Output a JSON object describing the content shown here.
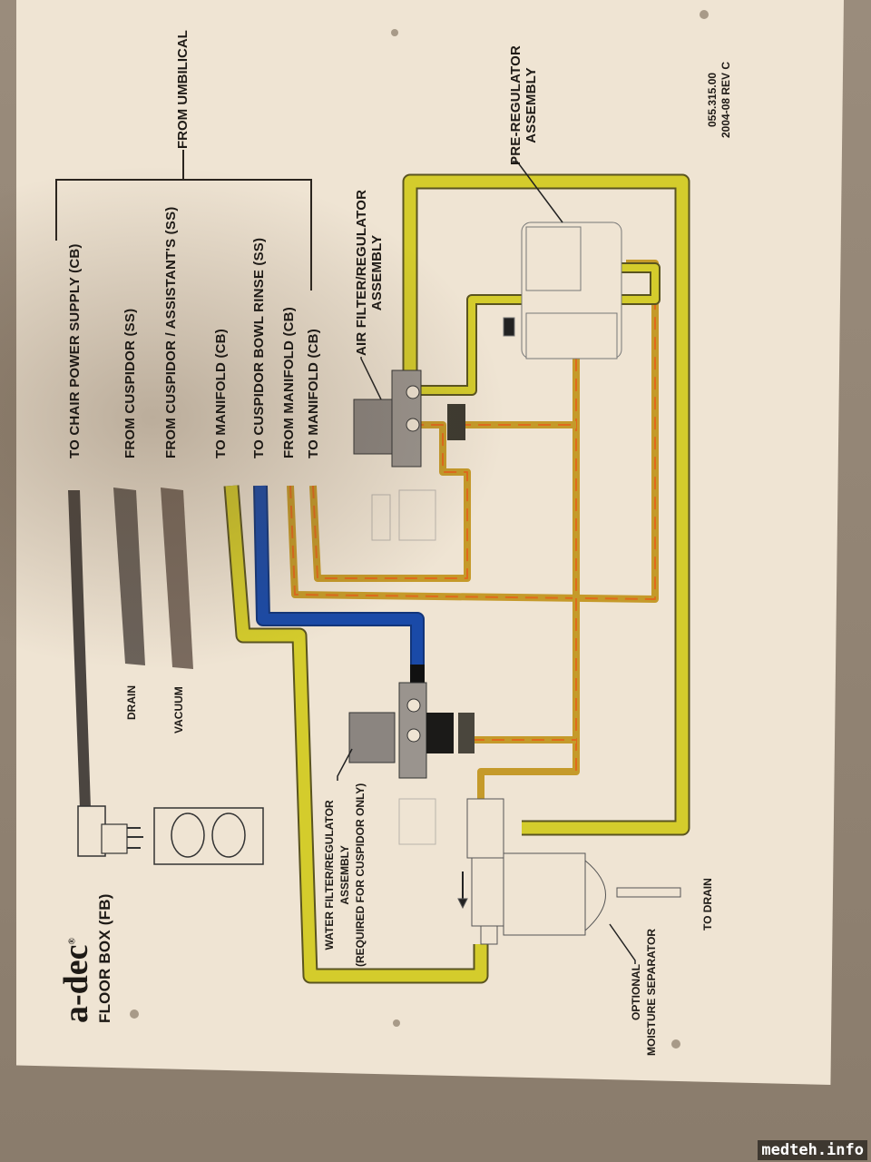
{
  "brand": {
    "logo_text": "a-dec",
    "registered_mark": "®",
    "product": "FLOOR BOX (FB)"
  },
  "umbilical_group": {
    "header": "FROM UMBILICAL",
    "lines": [
      "TO CHAIR POWER SUPPLY (CB)",
      "FROM CUSPIDOR (SS)",
      "FROM CUSPIDOR / ASSISTANT'S (SS)",
      "TO MANIFOLD (CB)",
      "TO CUSPIDOR BOWL RINSE (SS)",
      "FROM MANIFOLD (CB)",
      "TO MANIFOLD (CB)"
    ]
  },
  "lines_legend": {
    "drain": "DRAIN",
    "vacuum": "VACUUM"
  },
  "components": {
    "air_filter": [
      "AIR FILTER/REGULATOR",
      "ASSEMBLY"
    ],
    "pre_regulator": [
      "PRE-REGULATOR",
      "ASSEMBLY"
    ],
    "water_filter": [
      "WATER FILTER/REGULATOR",
      "ASSEMBLY",
      "(REQUIRED FOR CUSPIDOR ONLY)"
    ],
    "moisture_separator": [
      "OPTIONAL",
      "MOISTURE SEPARATOR"
    ],
    "to_drain": "TO DRAIN"
  },
  "doc_info": {
    "part_number": "055.315.00",
    "revision": "2004-08 REV C"
  },
  "watermark": "medteh.info",
  "colors": {
    "paper": "#efe4d3",
    "air_tube": "#d4cc2c",
    "water_tube": "#1a4aa8",
    "orange_stripe": "#e06a1c",
    "power_cord": "#4b4540",
    "drain_hose": "#6b625a",
    "ink": "#1e1a16"
  }
}
